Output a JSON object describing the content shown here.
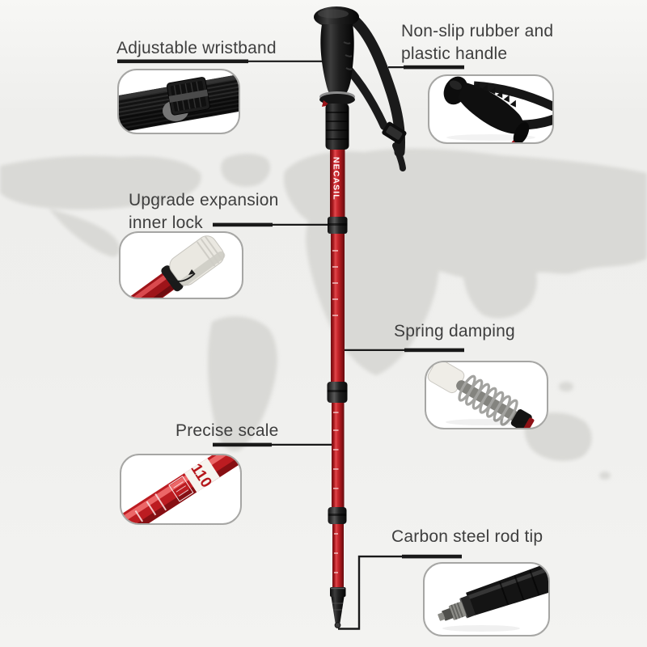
{
  "brand": "NECASIL",
  "labels": {
    "wristband": "Adjustable wristband",
    "handle": "Non-slip rubber and plastic handle",
    "inner_lock": "Upgrade expansion inner lock",
    "spring": "Spring damping",
    "scale": "Precise scale",
    "tip": "Carbon steel rod tip"
  },
  "scale_detail": {
    "value": "110"
  },
  "colors": {
    "pole_red": "#c1272d",
    "pole_red_dark": "#700d11",
    "hardware_black": "#141414",
    "background": "#f0f0ee",
    "map_silhouette": "#d9d9d6",
    "label_text": "#3e3e3e",
    "leader_line": "#191919",
    "card_border": "#a6a6a4",
    "card_background": "#ffffff",
    "inner_lock_cap": "#eae8e1",
    "spring_metal": "#a3a3a0"
  }
}
